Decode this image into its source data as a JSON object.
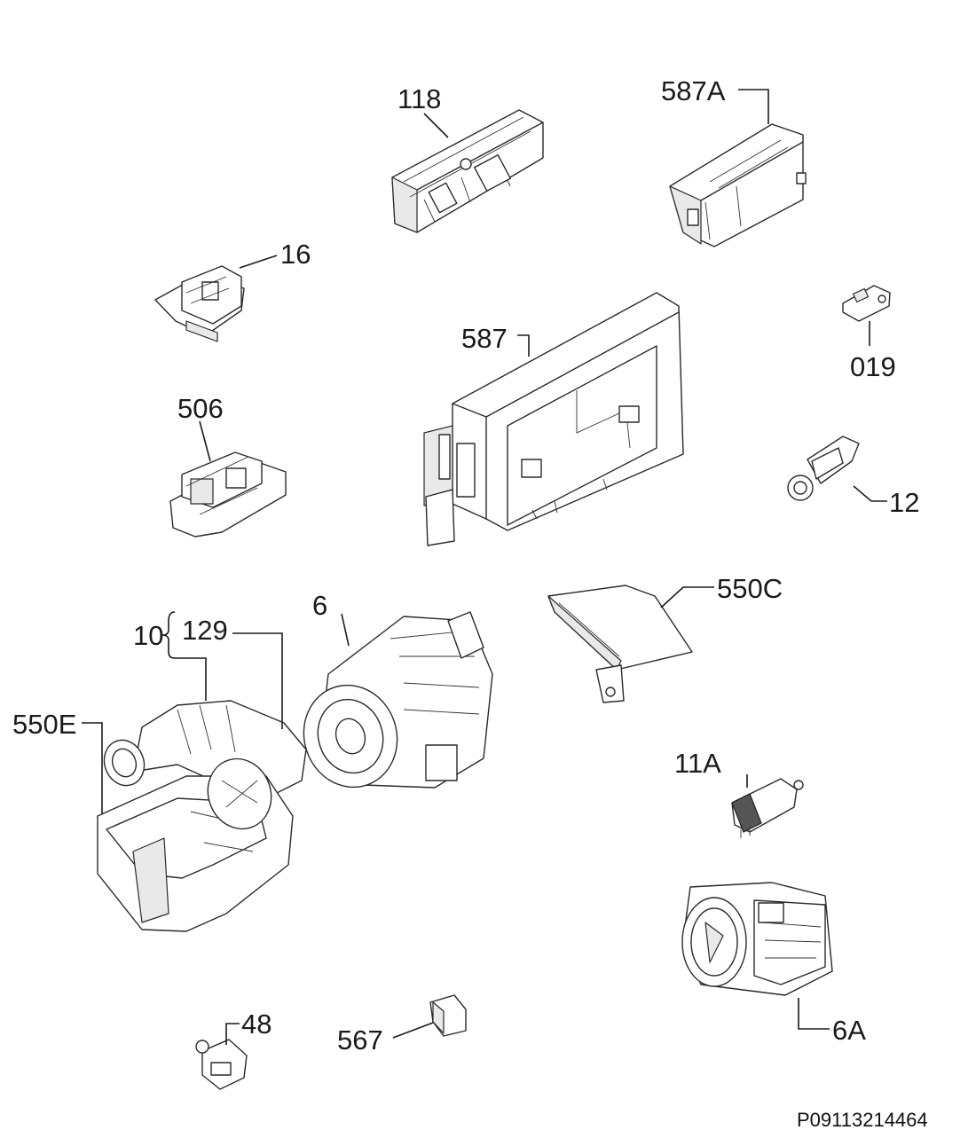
{
  "diagram": {
    "code": "P09113214464",
    "labels": {
      "l118": "118",
      "l587A": "587A",
      "l16": "16",
      "l019": "019",
      "l587": "587",
      "l506": "506",
      "l12": "12",
      "l550C": "550C",
      "l6": "6",
      "l10": "10",
      "l129": "129",
      "l550E": "550E",
      "l11A": "11A",
      "l48": "48",
      "l567": "567",
      "l6A": "6A"
    }
  }
}
